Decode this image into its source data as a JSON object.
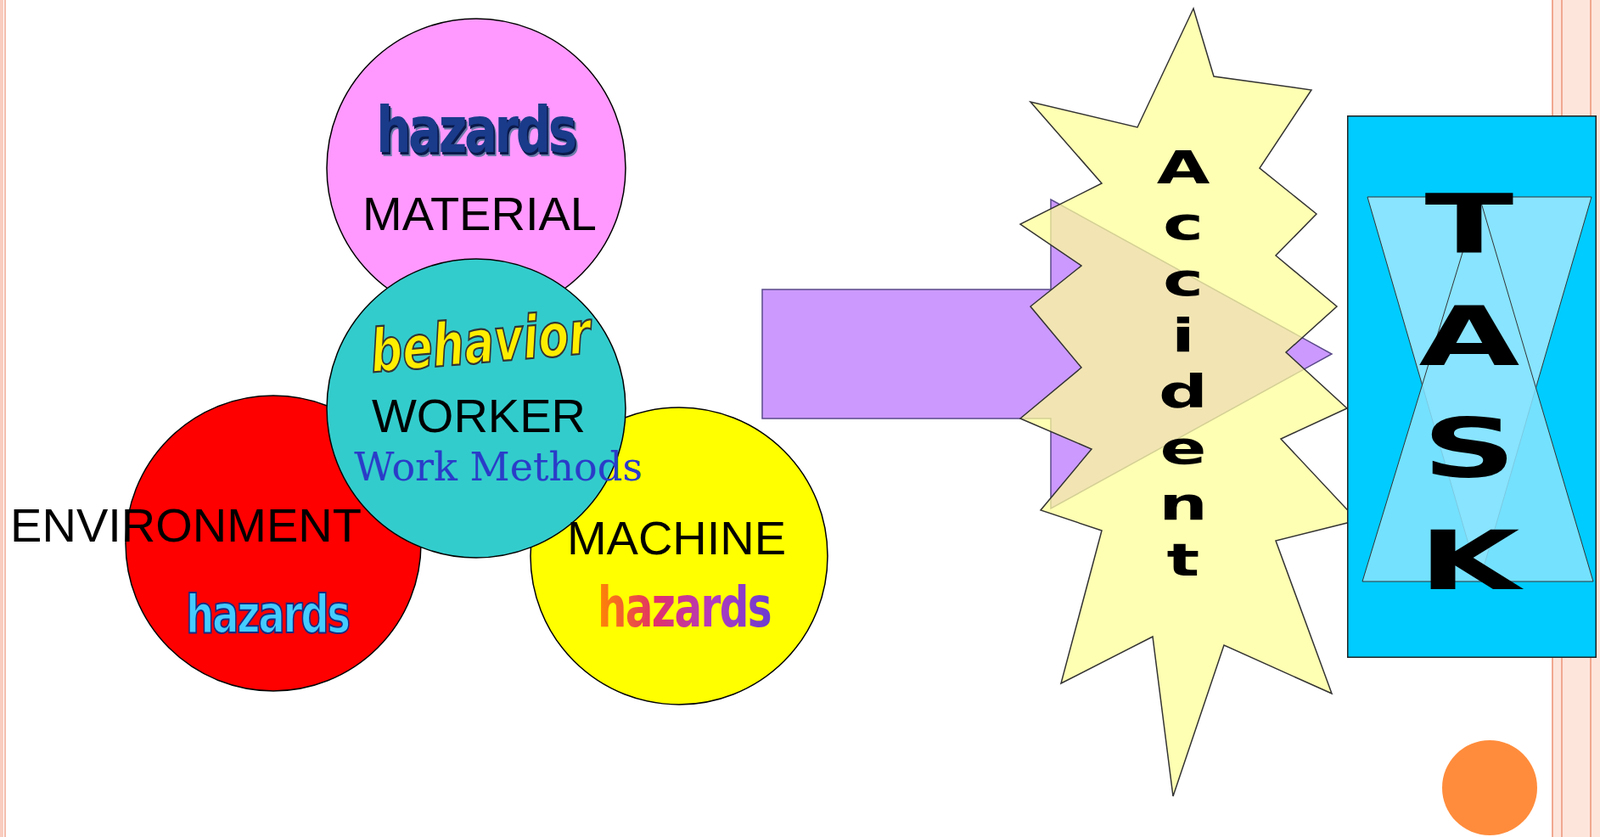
{
  "diagram": {
    "nodes": [
      {
        "text": [
          "hazards",
          "MATERIAL"
        ]
      },
      {
        "text": [
          "behavior",
          "WORKER",
          "Work Methods"
        ]
      },
      {
        "text": [
          "ENVIRONMENT",
          "hazards"
        ]
      },
      {
        "text": [
          "MACHINE",
          "hazards"
        ]
      },
      {
        "text": [
          "Accident"
        ]
      },
      {
        "text": [
          "TASK"
        ]
      }
    ],
    "edges": [
      {
        "from": 1,
        "to": 4,
        "arrow": "to"
      }
    ]
  }
}
